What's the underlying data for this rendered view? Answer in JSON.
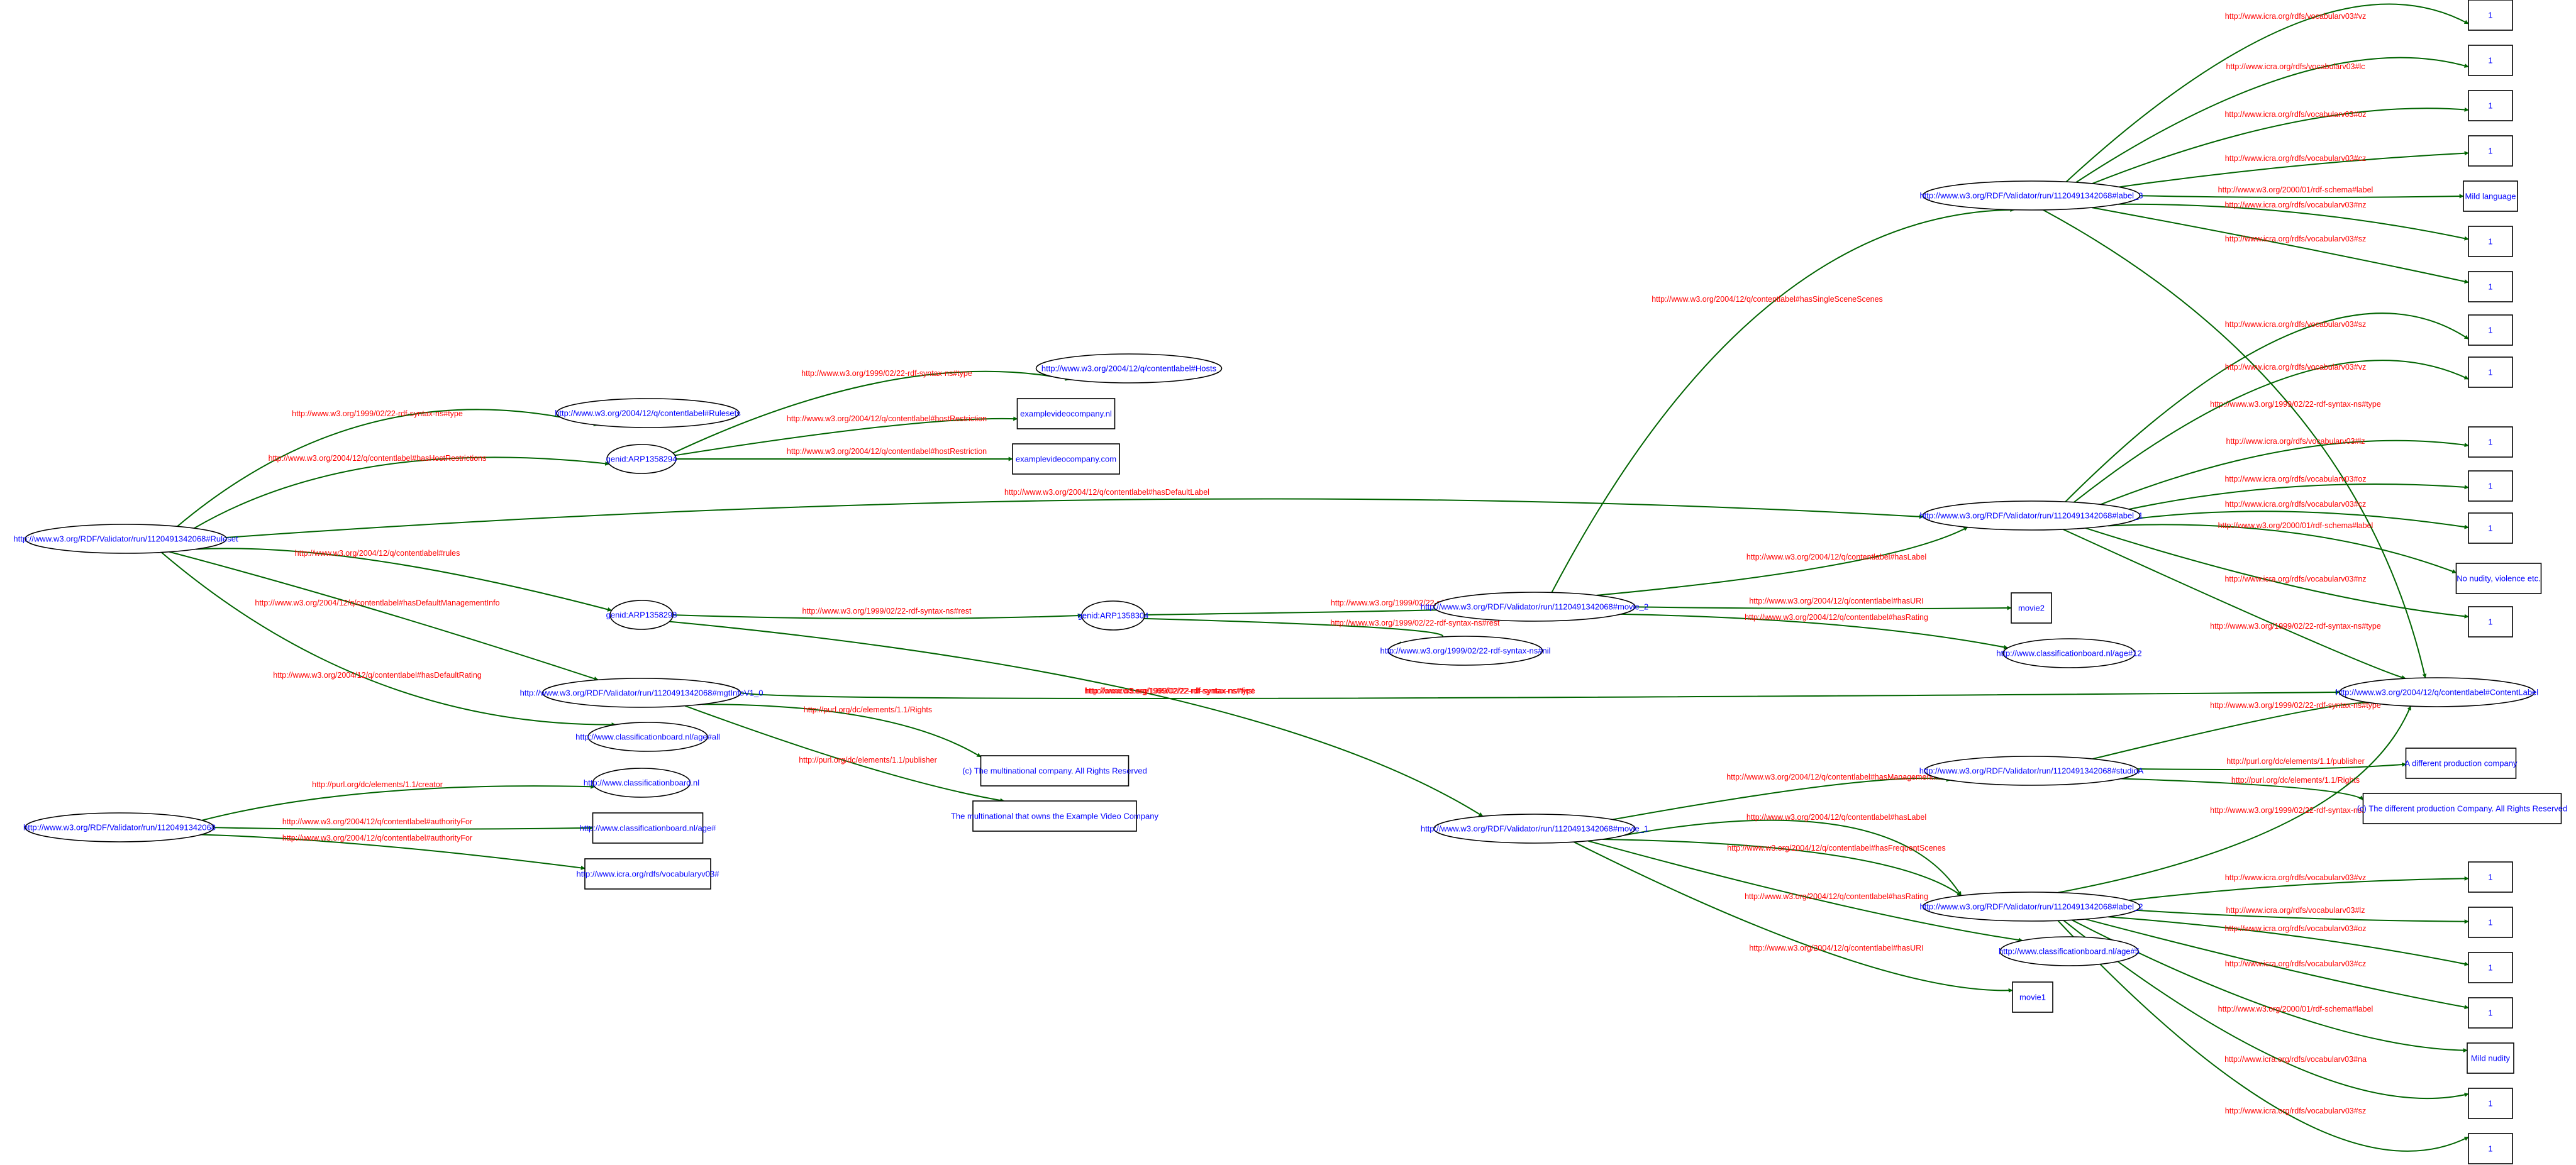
{
  "title": "RDF Validator graph",
  "colors": {
    "node_text": "#0000ff",
    "edge_text": "#ff0000",
    "edge_line": "#006400",
    "node_border": "#000000",
    "background": "#ffffff"
  },
  "nodes": [
    {
      "id": "ruleset",
      "label": "http://www.w3.org/RDF/Validator/run/1120491342068#Ruleset",
      "shape": "ellipse"
    },
    {
      "id": "rulesets_type",
      "label": "http://www.w3.org/2004/12/q/contentlabel#Rulesets",
      "shape": "ellipse"
    },
    {
      "id": "genid294",
      "label": "genid:ARP1358294",
      "shape": "ellipse"
    },
    {
      "id": "hosts",
      "label": "http://www.w3.org/2004/12/q/contentlabel#Hosts",
      "shape": "ellipse"
    },
    {
      "id": "evc_nl",
      "label": "examplevideocompany.nl",
      "shape": "box"
    },
    {
      "id": "evc_com",
      "label": "examplevideocompany.com",
      "shape": "box"
    },
    {
      "id": "genid298",
      "label": "genid:ARP1358298",
      "shape": "ellipse"
    },
    {
      "id": "mgtinfo",
      "label": "http://www.w3.org/RDF/Validator/run/1120491342068#mgtInfoV1_0",
      "shape": "ellipse"
    },
    {
      "id": "age_all",
      "label": "http://www.classificationboard.nl/age#all",
      "shape": "ellipse"
    },
    {
      "id": "cb_nl",
      "label": "http://www.classificationboard.nl",
      "shape": "ellipse"
    },
    {
      "id": "root",
      "label": "http://www.w3.org/RDF/Validator/run/1120491342068",
      "shape": "ellipse"
    },
    {
      "id": "age_hash",
      "label": "http://www.classificationboard.nl/age#",
      "shape": "box"
    },
    {
      "id": "icra_vocab",
      "label": "http://www.icra.org/rdfs/vocabularyv03#",
      "shape": "box"
    },
    {
      "id": "genid304",
      "label": "genid:ARP1358304",
      "shape": "ellipse"
    },
    {
      "id": "movie_2",
      "label": "http://www.w3.org/RDF/Validator/run/1120491342068#movie_2",
      "shape": "ellipse"
    },
    {
      "id": "rdf_nil",
      "label": "http://www.w3.org/1999/02/22-rdf-syntax-ns#nil",
      "shape": "ellipse"
    },
    {
      "id": "movie2_lit",
      "label": "movie2",
      "shape": "box"
    },
    {
      "id": "age_12",
      "label": "http://www.classificationboard.nl/age#12",
      "shape": "ellipse"
    },
    {
      "id": "rights_multi",
      "label": "(c) The multinational company. All Rights Reserved",
      "shape": "box"
    },
    {
      "id": "publisher_multi",
      "label": "The multinational that owns the Example Video Company",
      "shape": "box"
    },
    {
      "id": "movie_1",
      "label": "http://www.w3.org/RDF/Validator/run/1120491342068#movie_1",
      "shape": "ellipse"
    },
    {
      "id": "studioA",
      "label": "http://www.w3.org/RDF/Validator/run/1120491342068#studioA",
      "shape": "ellipse"
    },
    {
      "id": "label_2",
      "label": "http://www.w3.org/RDF/Validator/run/1120491342068#label_2",
      "shape": "ellipse"
    },
    {
      "id": "age_5",
      "label": "http://www.classificationboard.nl/age#5",
      "shape": "ellipse"
    },
    {
      "id": "movie1_lit",
      "label": "movie1",
      "shape": "box"
    },
    {
      "id": "label_3",
      "label": "http://www.w3.org/RDF/Validator/run/1120491342068#label_3",
      "shape": "ellipse"
    },
    {
      "id": "label_1",
      "label": "http://www.w3.org/RDF/Validator/run/1120491342068#label_1",
      "shape": "ellipse"
    },
    {
      "id": "content_label",
      "label": "http://www.w3.org/2004/12/q/contentlabel#ContentLabel",
      "shape": "ellipse"
    },
    {
      "id": "l3_vz",
      "label": "1",
      "shape": "box"
    },
    {
      "id": "l3_lc",
      "label": "1",
      "shape": "box"
    },
    {
      "id": "l3_oz",
      "label": "1",
      "shape": "box"
    },
    {
      "id": "l3_cz",
      "label": "1",
      "shape": "box"
    },
    {
      "id": "l3_label",
      "label": "Mild language",
      "shape": "box"
    },
    {
      "id": "l3_nz",
      "label": "1",
      "shape": "box"
    },
    {
      "id": "l3_sz",
      "label": "1",
      "shape": "box"
    },
    {
      "id": "l1_sz",
      "label": "1",
      "shape": "box"
    },
    {
      "id": "l1_vz",
      "label": "1",
      "shape": "box"
    },
    {
      "id": "l1_lz",
      "label": "1",
      "shape": "box"
    },
    {
      "id": "l1_oz",
      "label": "1",
      "shape": "box"
    },
    {
      "id": "l1_cz",
      "label": "1",
      "shape": "box"
    },
    {
      "id": "l1_label",
      "label": "No nudity, violence etc.",
      "shape": "box"
    },
    {
      "id": "l1_nz",
      "label": "1",
      "shape": "box"
    },
    {
      "id": "studio_pub",
      "label": "A different production company",
      "shape": "box"
    },
    {
      "id": "studio_rights",
      "label": "(c) The different production Company. All Rights Reserved",
      "shape": "box"
    },
    {
      "id": "l2_vz",
      "label": "1",
      "shape": "box"
    },
    {
      "id": "l2_lz",
      "label": "1",
      "shape": "box"
    },
    {
      "id": "l2_oz",
      "label": "1",
      "shape": "box"
    },
    {
      "id": "l2_cz",
      "label": "1",
      "shape": "box"
    },
    {
      "id": "l2_label",
      "label": "Mild nudity",
      "shape": "box"
    },
    {
      "id": "l2_na",
      "label": "1",
      "shape": "box"
    },
    {
      "id": "l2_sz",
      "label": "1",
      "shape": "box"
    }
  ],
  "edges": [
    {
      "from": "ruleset",
      "to": "rulesets_type",
      "label": "http://www.w3.org/1999/02/22-rdf-syntax-ns#type"
    },
    {
      "from": "ruleset",
      "to": "genid294",
      "label": "http://www.w3.org/2004/12/q/contentlabel#hasHostRestrictions"
    },
    {
      "from": "ruleset",
      "to": "label_1",
      "label": "http://www.w3.org/2004/12/q/contentlabel#hasDefaultLabel"
    },
    {
      "from": "ruleset",
      "to": "genid298",
      "label": "http://www.w3.org/2004/12/q/contentlabel#rules"
    },
    {
      "from": "ruleset",
      "to": "mgtinfo",
      "label": "http://www.w3.org/2004/12/q/contentlabel#hasDefaultManagementInfo"
    },
    {
      "from": "ruleset",
      "to": "age_all",
      "label": "http://www.w3.org/2004/12/q/contentlabel#hasDefaultRating"
    },
    {
      "from": "genid294",
      "to": "hosts",
      "label": "http://www.w3.org/1999/02/22-rdf-syntax-ns#type"
    },
    {
      "from": "genid294",
      "to": "evc_nl",
      "label": "http://www.w3.org/2004/12/q/contentlabel#hostRestriction"
    },
    {
      "from": "genid294",
      "to": "evc_com",
      "label": "http://www.w3.org/2004/12/q/contentlabel#hostRestriction"
    },
    {
      "from": "genid298",
      "to": "genid304",
      "label": "http://www.w3.org/1999/02/22-rdf-syntax-ns#rest"
    },
    {
      "from": "genid298",
      "to": "movie_1",
      "label": "http://www.w3.org/1999/02/22-rdf-syntax-ns#first"
    },
    {
      "from": "genid304",
      "to": "movie_2",
      "label": "http://www.w3.org/1999/02/22-rdf-syntax-ns#first"
    },
    {
      "from": "genid304",
      "to": "rdf_nil",
      "label": "http://www.w3.org/1999/02/22-rdf-syntax-ns#rest"
    },
    {
      "from": "mgtinfo",
      "to": "content_label",
      "label": "http://www.w3.org/1999/02/22-rdf-syntax-ns#type"
    },
    {
      "from": "mgtinfo",
      "to": "rights_multi",
      "label": "http://purl.org/dc/elements/1.1/Rights"
    },
    {
      "from": "mgtinfo",
      "to": "publisher_multi",
      "label": "http://purl.org/dc/elements/1.1/publisher"
    },
    {
      "from": "root",
      "to": "cb_nl",
      "label": "http://purl.org/dc/elements/1.1/creator"
    },
    {
      "from": "root",
      "to": "age_hash",
      "label": "http://www.w3.org/2004/12/q/contentlabel#authorityFor"
    },
    {
      "from": "root",
      "to": "icra_vocab",
      "label": "http://www.w3.org/2004/12/q/contentlabel#authorityFor"
    },
    {
      "from": "movie_2",
      "to": "label_3",
      "label": "http://www.w3.org/2004/12/q/contentlabel#hasSingleSceneScenes"
    },
    {
      "from": "movie_2",
      "to": "label_1",
      "label": "http://www.w3.org/2004/12/q/contentlabel#hasLabel"
    },
    {
      "from": "movie_2",
      "to": "movie2_lit",
      "label": "http://www.w3.org/2004/12/q/contentlabel#hasURI"
    },
    {
      "from": "movie_2",
      "to": "age_12",
      "label": "http://www.w3.org/2004/12/q/contentlabel#hasRating"
    },
    {
      "from": "movie_1",
      "to": "studioA",
      "label": "http://www.w3.org/2004/12/q/contentlabel#hasManagementInfo"
    },
    {
      "from": "movie_1",
      "to": "label_2",
      "label": "http://www.w3.org/2004/12/q/contentlabel#hasLabel"
    },
    {
      "from": "movie_1",
      "to": "label_2",
      "label": "http://www.w3.org/2004/12/q/contentlabel#hasFrequentScenes"
    },
    {
      "from": "movie_1",
      "to": "age_5",
      "label": "http://www.w3.org/2004/12/q/contentlabel#hasRating"
    },
    {
      "from": "movie_1",
      "to": "movie1_lit",
      "label": "http://www.w3.org/2004/12/q/contentlabel#hasURI"
    },
    {
      "from": "label_3",
      "to": "l3_vz",
      "label": "http://www.icra.org/rdfs/vocabularv03#vz"
    },
    {
      "from": "label_3",
      "to": "l3_lc",
      "label": "http://www.icra.org/rdfs/vocabularv03#lc"
    },
    {
      "from": "label_3",
      "to": "l3_oz",
      "label": "http://www.icra.org/rdfs/vocabularv03#oz"
    },
    {
      "from": "label_3",
      "to": "l3_cz",
      "label": "http://www.icra.org/rdfs/vocabularv03#cz"
    },
    {
      "from": "label_3",
      "to": "l3_label",
      "label": "http://www.w3.org/2000/01/rdf-schema#label"
    },
    {
      "from": "label_3",
      "to": "l3_nz",
      "label": "http://www.icra.org/rdfs/vocabularv03#nz"
    },
    {
      "from": "label_3",
      "to": "l3_sz",
      "label": "http://www.icra.org/rdfs/vocabularv03#sz"
    },
    {
      "from": "label_3",
      "to": "content_label",
      "label": "http://www.w3.org/1999/02/22-rdf-syntax-ns#type"
    },
    {
      "from": "label_1",
      "to": "l1_sz",
      "label": "http://www.icra.org/rdfs/vocabularv03#sz"
    },
    {
      "from": "label_1",
      "to": "l1_vz",
      "label": "http://www.icra.org/rdfs/vocabularv03#vz"
    },
    {
      "from": "label_1",
      "to": "l1_lz",
      "label": "http://www.icra.org/rdfs/vocabularv03#lz"
    },
    {
      "from": "label_1",
      "to": "l1_oz",
      "label": "http://www.icra.org/rdfs/vocabularv03#oz"
    },
    {
      "from": "label_1",
      "to": "l1_cz",
      "label": "http://www.icra.org/rdfs/vocabularv03#cz"
    },
    {
      "from": "label_1",
      "to": "l1_label",
      "label": "http://www.w3.org/2000/01/rdf-schema#label"
    },
    {
      "from": "label_1",
      "to": "l1_nz",
      "label": "http://www.icra.org/rdfs/vocabularv03#nz"
    },
    {
      "from": "label_1",
      "to": "content_label",
      "label": "http://www.w3.org/1999/02/22-rdf-syntax-ns#type"
    },
    {
      "from": "studioA",
      "to": "content_label",
      "label": "http://www.w3.org/1999/02/22-rdf-syntax-ns#type"
    },
    {
      "from": "studioA",
      "to": "studio_pub",
      "label": "http://purl.org/dc/elements/1.1/publisher"
    },
    {
      "from": "studioA",
      "to": "studio_rights",
      "label": "http://purl.org/dc/elements/1.1/Rights"
    },
    {
      "from": "label_2",
      "to": "content_label",
      "label": "http://www.w3.org/1999/02/22-rdf-syntax-ns#type"
    },
    {
      "from": "label_2",
      "to": "l2_vz",
      "label": "http://www.icra.org/rdfs/vocabularv03#vz"
    },
    {
      "from": "label_2",
      "to": "l2_lz",
      "label": "http://www.icra.org/rdfs/vocabularv03#lz"
    },
    {
      "from": "label_2",
      "to": "l2_oz",
      "label": "http://www.icra.org/rdfs/vocabularv03#oz"
    },
    {
      "from": "label_2",
      "to": "l2_cz",
      "label": "http://www.icra.org/rdfs/vocabularv03#cz"
    },
    {
      "from": "label_2",
      "to": "l2_label",
      "label": "http://www.w3.org/2000/01/rdf-schema#label"
    },
    {
      "from": "label_2",
      "to": "l2_na",
      "label": "http://www.icra.org/rdfs/vocabularv03#na"
    },
    {
      "from": "label_2",
      "to": "l2_sz",
      "label": "http://www.icra.org/rdfs/vocabularv03#sz"
    }
  ]
}
